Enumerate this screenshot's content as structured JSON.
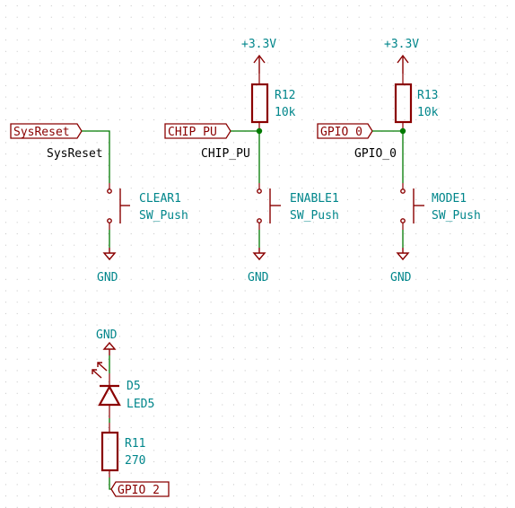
{
  "power_labels": {
    "plus_3v3_a": "+3.3V",
    "plus_3v3_b": "+3.3V",
    "gnd_clear": "GND",
    "gnd_enable": "GND",
    "gnd_mode": "GND",
    "gnd_led": "GND"
  },
  "global_labels": {
    "sysreset": "SysReset",
    "chip_pu": "CHIP_PU",
    "gpio_0": "GPIO_0",
    "gpio_2": "GPIO_2"
  },
  "net_names": {
    "sysreset": "SysReset",
    "chip_pu": "CHIP_PU",
    "gpio_0": "GPIO_0"
  },
  "components": {
    "r12": {
      "ref": "R12",
      "value": "10k"
    },
    "r13": {
      "ref": "R13",
      "value": "10k"
    },
    "r11": {
      "ref": "R11",
      "value": "270"
    },
    "clear1": {
      "ref": "CLEAR1",
      "value": "SW_Push"
    },
    "enable1": {
      "ref": "ENABLE1",
      "value": "SW_Push"
    },
    "mode1": {
      "ref": "MODE1",
      "value": "SW_Push"
    },
    "d5": {
      "ref": "D5",
      "value": "LED5"
    }
  },
  "colors": {
    "wire": "#007a00",
    "symbol": "#8a0000",
    "field_text": "#00868b",
    "net_text": "#000000",
    "grid_dot": "#c4c4c4"
  }
}
